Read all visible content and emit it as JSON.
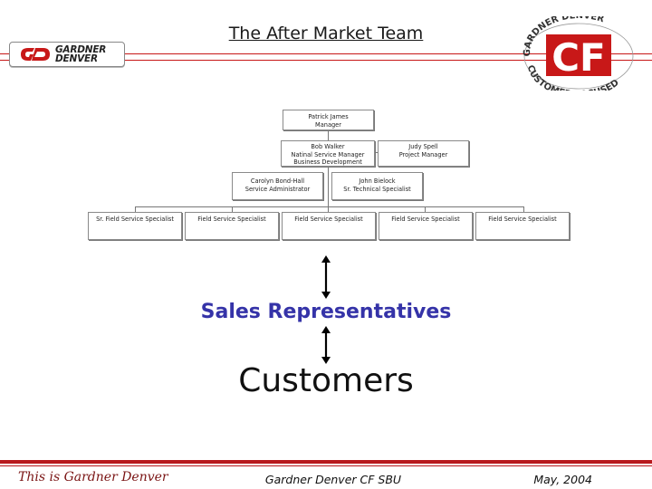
{
  "header": {
    "title": "The After Market Team",
    "company_logo_text": [
      "GARDNER",
      "DENVER"
    ],
    "cf_logo_text": [
      "GARDNER DENVER",
      "CF",
      "CUSTOMER FOCUSED"
    ]
  },
  "org_chart": {
    "manager": [
      "Patrick James",
      "Manager"
    ],
    "level2": [
      [
        "Bob Walker",
        "Natinal Service Manager",
        "Business Development"
      ],
      [
        "Judy Spell",
        "Project Manager"
      ]
    ],
    "level3": [
      [
        "Carolyn Bond-Hall",
        "Service Administrator"
      ],
      [
        "John Bielock",
        "Sr. Technical Specialist"
      ]
    ],
    "specialists": [
      "Sr. Field Service Specialist",
      "Field Service Specialist",
      "Field Service Specialist",
      "Field Service Specialist",
      "Field Service Specialist"
    ]
  },
  "flow": {
    "sales": "Sales Representatives",
    "customers": "Customers"
  },
  "footer": {
    "left": "This is Gardner  Denver",
    "center": "Gardner Denver CF SBU",
    "right": "May, 2004"
  },
  "colors": {
    "accent_red": "#b8191d",
    "sales_blue": "#3533a8"
  }
}
